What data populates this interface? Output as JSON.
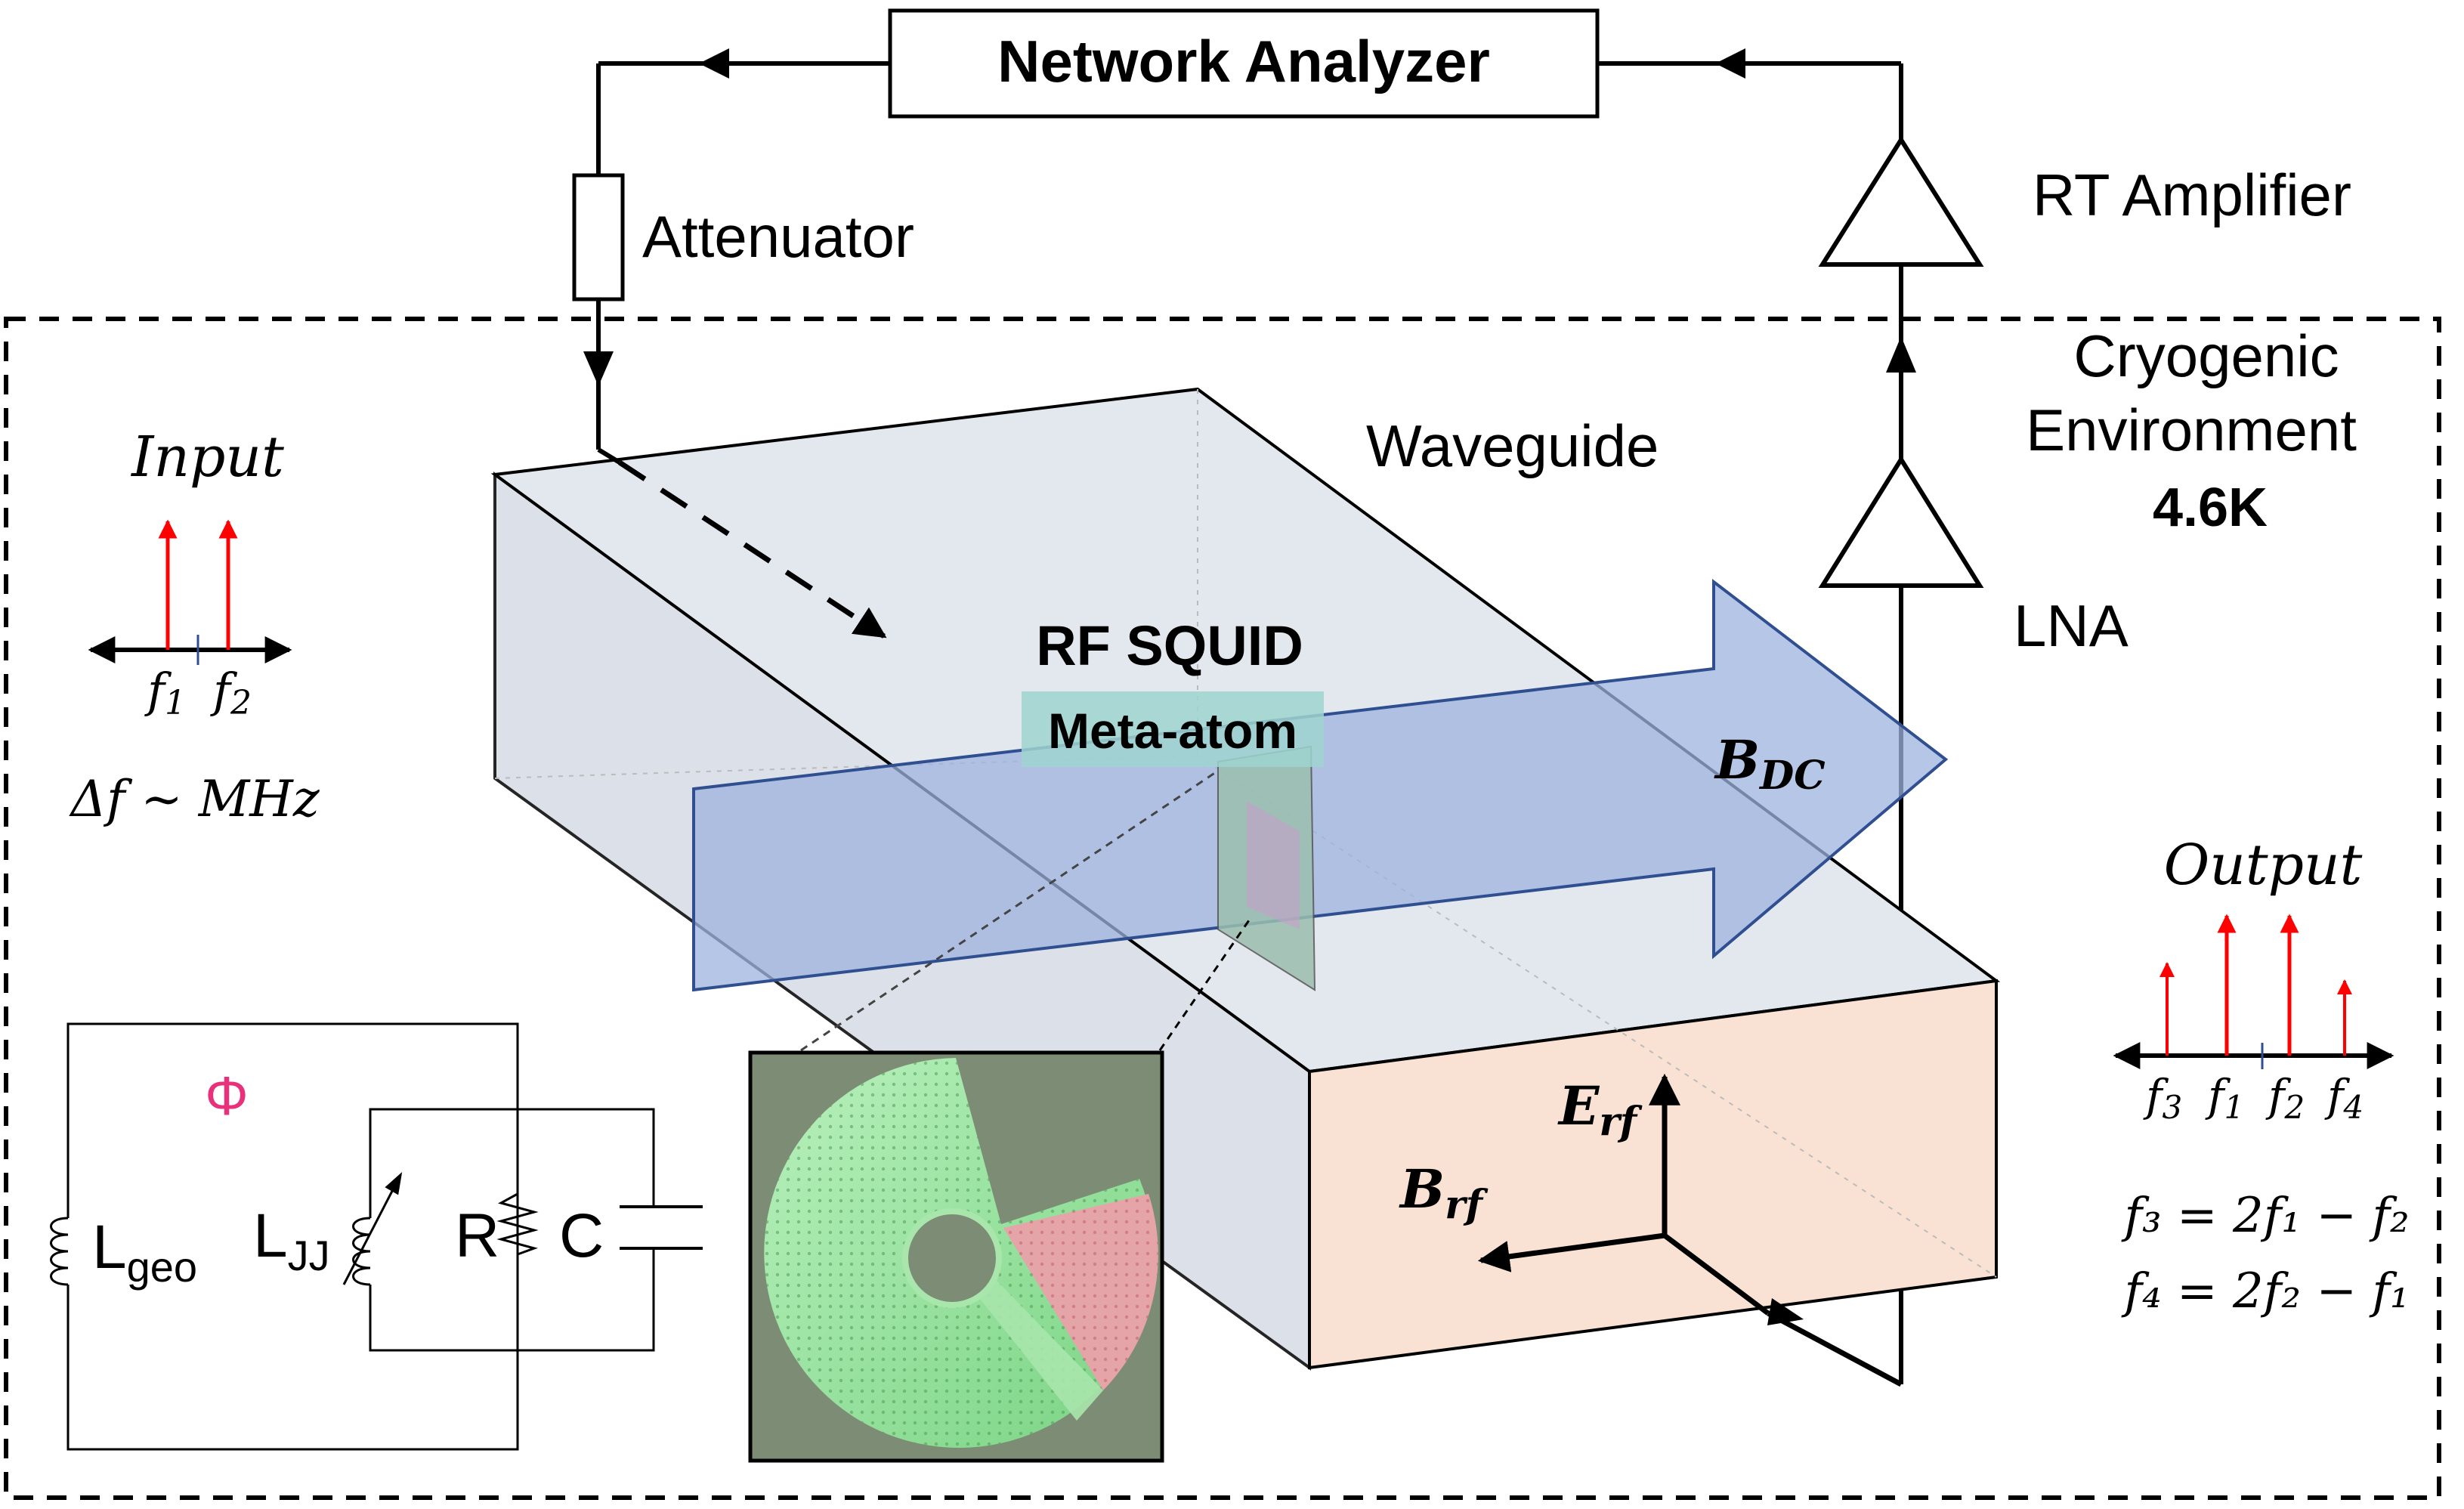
{
  "title": "Network Analyzer",
  "labels": {
    "attenuator": "Attenuator",
    "rt_amplifier": "RT Amplifier",
    "cryo_line1": "Cryogenic",
    "cryo_line2": "Environment",
    "temperature": "4.6K",
    "waveguide": "Waveguide",
    "lna": "LNA",
    "rf_squid": "RF SQUID",
    "meta_atom": "Meta-atom",
    "b_dc": "B",
    "b_dc_sub": "DC",
    "e_rf": "E",
    "e_rf_sub": "rf",
    "b_rf": "B",
    "b_rf_sub": "rf"
  },
  "input_spectrum": {
    "title": "Input",
    "f1": "f",
    "f1_sub": "1",
    "f2": "f",
    "f2_sub": "2",
    "spacing": "Δf ∼ MHz"
  },
  "output_spectrum": {
    "title": "Output",
    "ticks": [
      {
        "name": "f",
        "sub": "3"
      },
      {
        "name": "f",
        "sub": "1"
      },
      {
        "name": "f",
        "sub": "2"
      },
      {
        "name": "f",
        "sub": "4"
      }
    ],
    "eq1": "f₃ = 2f₁ − f₂",
    "eq2": "f₄ = 2f₂ − f₁"
  },
  "circuit": {
    "flux": "Φ",
    "l_geo": "L",
    "l_geo_sub": "geo",
    "l_jj": "L",
    "l_jj_sub": "JJ",
    "resistor": "R",
    "capacitor": "C"
  },
  "colors": {
    "arrow_red": "#ff0000",
    "bdc_fill": "#9db3df",
    "bdc_stroke": "#2f4f91",
    "waveguide_face": "#f9e2d3",
    "waveguide_top": "#dfe4ec",
    "flux_pink": "#e8317a",
    "meta_atom_bg": "#9fd3cf"
  }
}
